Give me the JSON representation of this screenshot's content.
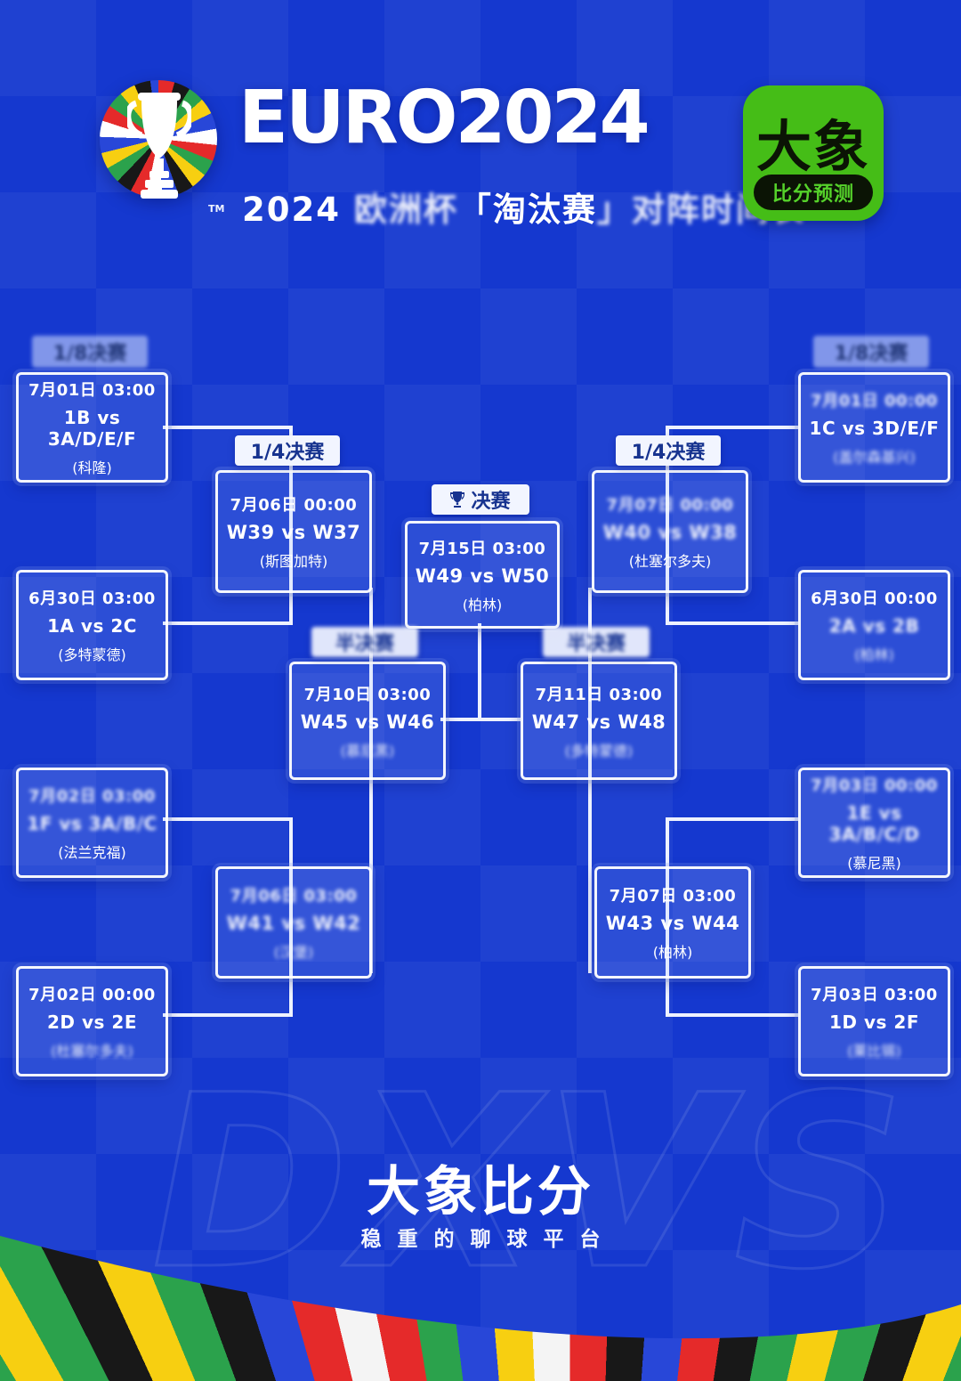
{
  "header": {
    "title": "EURO2024",
    "subtitle_parts": {
      "p1": "2024 ",
      "p2": "欧洲杯",
      "p3": "「淘汰赛",
      "p4": "」对阵时间表"
    },
    "logo_tm": "TM",
    "badge": {
      "line1": "大象",
      "line2": "比分预测"
    }
  },
  "labels": {
    "round16": "1/8决赛",
    "quarter": "1/4决赛",
    "semi": "半决赛",
    "final": "决赛"
  },
  "matches": {
    "l1": {
      "date": "7月01日 03:00",
      "match": "1B vs 3A/D/E/F",
      "venue": "(科隆)"
    },
    "l2": {
      "date": "6月30日 03:00",
      "match": "1A vs 2C",
      "venue": "(多特蒙德)"
    },
    "l3": {
      "date": "7月02日 03:00",
      "match": "1F vs 3A/B/C",
      "venue": "(法兰克福)"
    },
    "l4": {
      "date": "7月02日 00:00",
      "match": "2D vs 2E",
      "venue": "(杜塞尔多夫)"
    },
    "r1": {
      "date": "7月01日 00:00",
      "match": "1C vs 3D/E/F",
      "venue": "(盖尔森基兴)"
    },
    "r2": {
      "date": "6月30日 00:00",
      "match": "2A vs 2B",
      "venue": "(柏林)"
    },
    "r3": {
      "date": "7月03日 00:00",
      "match": "1E vs 3A/B/C/D",
      "venue": "(慕尼黑)"
    },
    "r4": {
      "date": "7月03日 03:00",
      "match": "1D vs 2F",
      "venue": "(莱比锡)"
    },
    "qf_left": {
      "date": "7月06日 00:00",
      "match": "W39 vs W37",
      "venue": "(斯图加特)"
    },
    "qf_right": {
      "date": "7月07日 00:00",
      "match": "W40 vs W38",
      "venue": "(杜塞尔多夫)"
    },
    "qf_bottom_left": {
      "date": "7月06日 03:00",
      "match": "W41 vs W42",
      "venue": "(汉堡)"
    },
    "qf_bottom_right": {
      "date": "7月07日 03:00",
      "match": "W43 vs W44",
      "venue": "(柏林)"
    },
    "sf_left": {
      "date": "7月10日 03:00",
      "match": "W45 vs W46",
      "venue": "(慕尼黑)"
    },
    "sf_right": {
      "date": "7月11日 03:00",
      "match": "W47 vs W48",
      "venue": "(多特蒙德)"
    },
    "final": {
      "date": "7月15日 03:00",
      "match": "W49 vs W50",
      "venue": "(柏林)"
    }
  },
  "footer": {
    "brand": "大象比分",
    "slogan": "稳重的聊球平台",
    "watermark": "DXVS"
  },
  "colors": {
    "background_blue": "#1538cf",
    "box_border": "#ffffff",
    "label_text_navy": "#17338f",
    "badge_green": "#45bd17",
    "badge_text_black": "#0b1405",
    "stripe_palette": [
      "#2847d8",
      "#e52a2a",
      "#181818",
      "#2ba24c",
      "#f7cf11",
      "#f4f4f4"
    ]
  }
}
